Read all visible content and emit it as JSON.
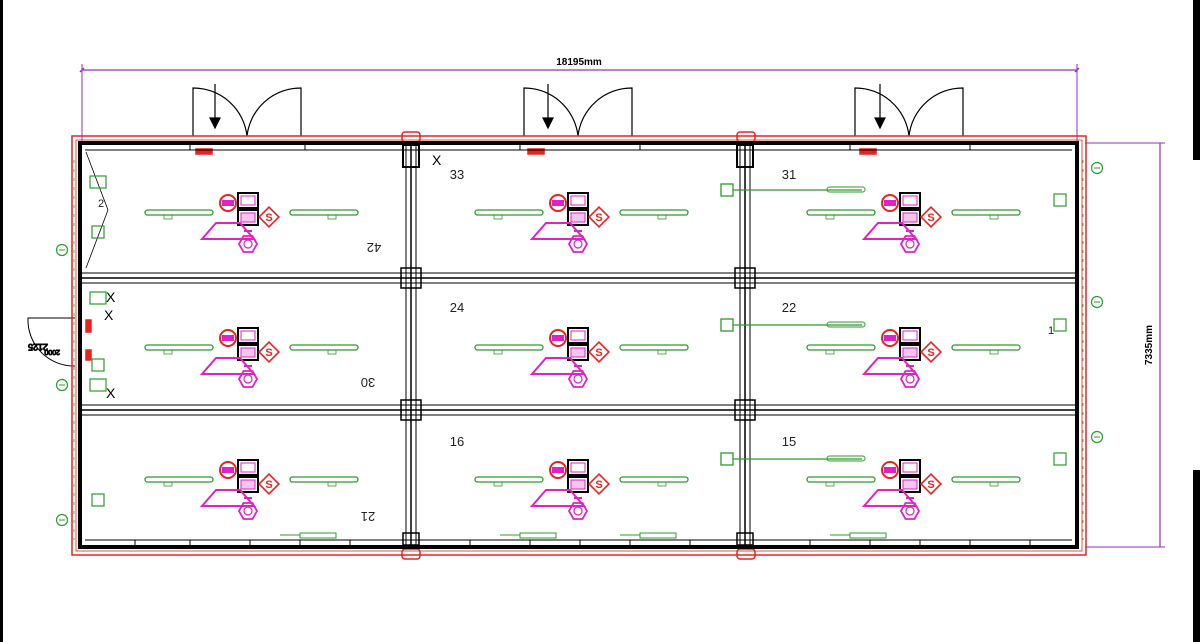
{
  "dimensions": {
    "width_label": "18195mm",
    "height_label": "7335mm",
    "door_label": "2125",
    "door_sublabel": "2000"
  },
  "rooms": [
    {
      "number": "42",
      "rotated": true
    },
    {
      "number": "33",
      "rotated": false
    },
    {
      "number": "31",
      "rotated": false
    },
    {
      "number": "30",
      "rotated": true
    },
    {
      "number": "24",
      "rotated": false
    },
    {
      "number": "22",
      "rotated": false
    },
    {
      "number": "21",
      "rotated": true
    },
    {
      "number": "16",
      "rotated": false
    },
    {
      "number": "15",
      "rotated": false
    }
  ],
  "side_labels": {
    "left_wall_number": "2",
    "right_wall_number": "1"
  },
  "colors": {
    "outline_red": "#e8231f",
    "dimension_purple": "#9b2fbf",
    "fixture_green": "#2a9d2a",
    "symbol_magenta": "#e020c8",
    "wall_black": "#000000"
  }
}
